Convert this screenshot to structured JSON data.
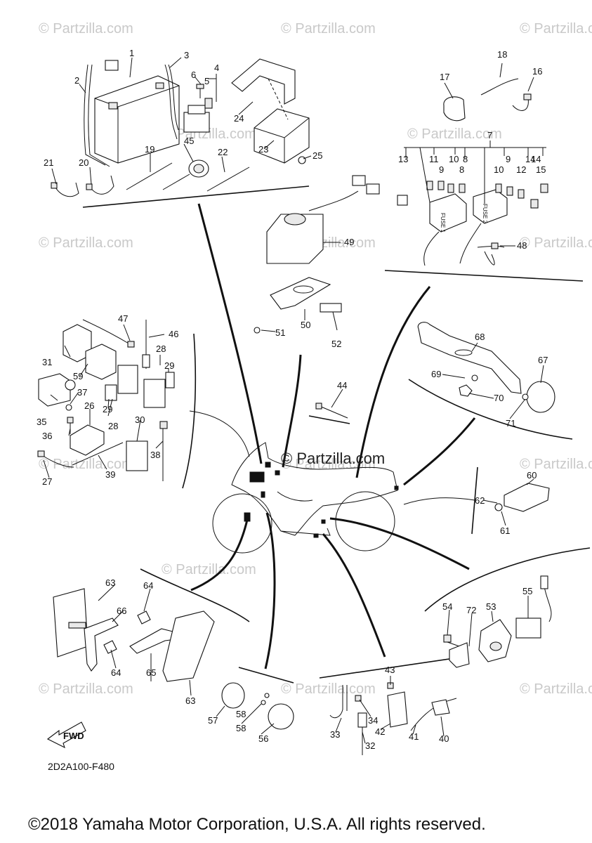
{
  "watermarks": [
    "© Partzilla.com",
    "© Partzilla.com",
    "© Partzilla.com",
    "© Partzilla.com",
    "© Partzilla.com",
    "© Partzilla.com",
    "© Partzilla.com",
    "© Partzilla.com",
    "© Partzilla.com",
    "© Partzilla.com",
    "© Partzilla.com",
    "© Partzilla.com",
    "© Partzilla.com",
    "© Partzilla.com",
    "© Partzilla.com"
  ],
  "center_watermark": "© Partzilla.com",
  "fuse_labels": [
    "FUSE 1",
    "FUSE 2"
  ],
  "fwd_label": "FWD",
  "diagram_code": "2D2A100-F480",
  "copyright": "©2018 Yamaha Motor Corporation, U.S.A. All rights reserved.",
  "callouts": [
    "1",
    "2",
    "3",
    "4",
    "5",
    "6",
    "7",
    "8",
    "9",
    "10",
    "11",
    "12",
    "13",
    "14",
    "15",
    "16",
    "17",
    "18",
    "19",
    "20",
    "21",
    "22",
    "23",
    "24",
    "25",
    "26",
    "27",
    "28",
    "29",
    "30",
    "31",
    "32",
    "33",
    "34",
    "35",
    "36",
    "37",
    "38",
    "39",
    "40",
    "41",
    "42",
    "43",
    "44",
    "45",
    "46",
    "47",
    "48",
    "49",
    "50",
    "51",
    "52",
    "53",
    "54",
    "55",
    "56",
    "57",
    "58",
    "59",
    "60",
    "61",
    "62",
    "63",
    "64",
    "65",
    "66",
    "67",
    "68",
    "69",
    "70",
    "71",
    "72"
  ],
  "callouts_repeated": {
    "8": "8",
    "9": "9",
    "10": "10",
    "14": "14",
    "28": "28",
    "29": "29",
    "58": "58",
    "63": "63",
    "64": "64"
  }
}
